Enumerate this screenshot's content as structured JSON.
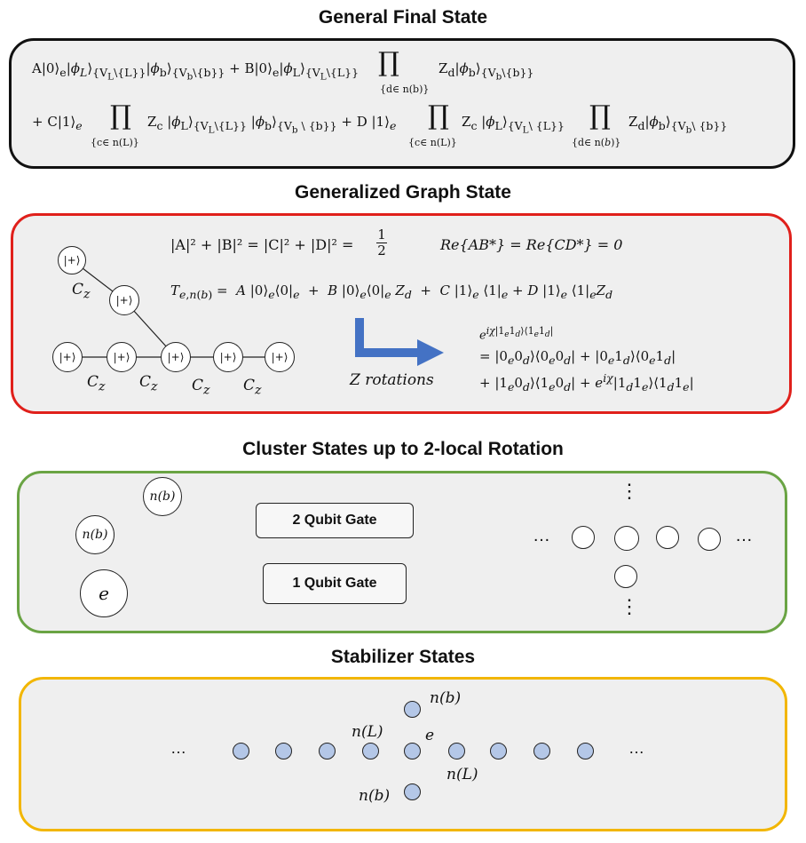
{
  "sections": {
    "final": {
      "title": "General Final State"
    },
    "graph": {
      "title": "Generalized Graph State"
    },
    "cluster": {
      "title": "Cluster States up to 2-local Rotation"
    },
    "stabilizer": {
      "title": "Stabilizer States"
    }
  },
  "graph": {
    "ket_plus": "|+⟩",
    "cz": "C",
    "cz_sub": "z",
    "z_rotations": "Z rotations",
    "normalization": "|A|² + |B|² = |C|² + |D|² = ",
    "half_num": "1",
    "half_den": "2",
    "real_part": "Re{AB*} = Re{CD*} = 0"
  },
  "cluster": {
    "nb": "n(b)",
    "e": "e",
    "two_qubit_gate": "2 Qubit Gate",
    "one_qubit_gate": "1 Qubit Gate",
    "ellipsis": "…",
    "vdots": "⋮"
  },
  "stabilizer": {
    "nb": "n(b)",
    "nL": "n(L)",
    "e": "e",
    "ellipsis": "…"
  },
  "colors": {
    "final_border": "#111111",
    "graph_border": "#e0201b",
    "cluster_border": "#6aa444",
    "stabilizer_border": "#f2b600",
    "arrow": "#4472c4",
    "stab_node": "#b4c7e7"
  }
}
